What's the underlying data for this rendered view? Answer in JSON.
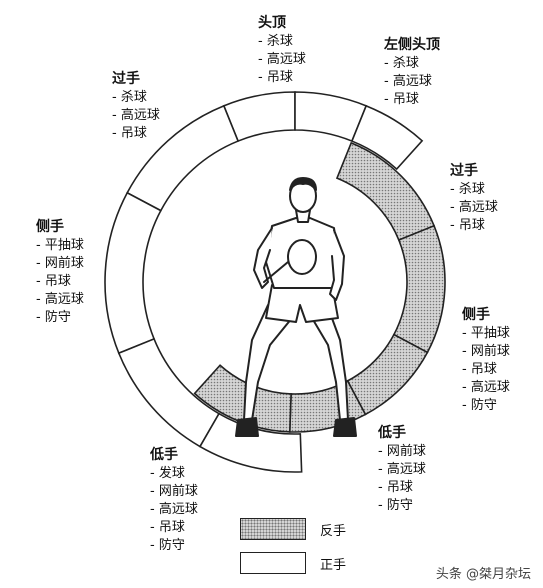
{
  "zones": {
    "head_top": {
      "title": "头顶",
      "items": [
        "杀球",
        "高远球",
        "吊球"
      ]
    },
    "left_head_top": {
      "title": "左侧头顶",
      "items": [
        "杀球",
        "高远球",
        "吊球"
      ]
    },
    "overhead_left": {
      "title": "过手",
      "items": [
        "杀球",
        "高远球",
        "吊球"
      ]
    },
    "overhead_right": {
      "title": "过手",
      "items": [
        "杀球",
        "高远球",
        "吊球"
      ]
    },
    "side_left": {
      "title": "侧手",
      "items": [
        "平抽球",
        "网前球",
        "吊球",
        "高远球",
        "防守"
      ]
    },
    "side_right": {
      "title": "侧手",
      "items": [
        "平抽球",
        "网前球",
        "吊球",
        "高远球",
        "防守"
      ]
    },
    "low_left": {
      "title": "低手",
      "items": [
        "发球",
        "网前球",
        "高远球",
        "吊球",
        "防守"
      ]
    },
    "low_right": {
      "title": "低手",
      "items": [
        "网前球",
        "高远球",
        "吊球",
        "防守"
      ]
    }
  },
  "legend": {
    "backhand": "反手",
    "forehand": "正手"
  },
  "watermark": "头条 @桀月杂坛"
}
